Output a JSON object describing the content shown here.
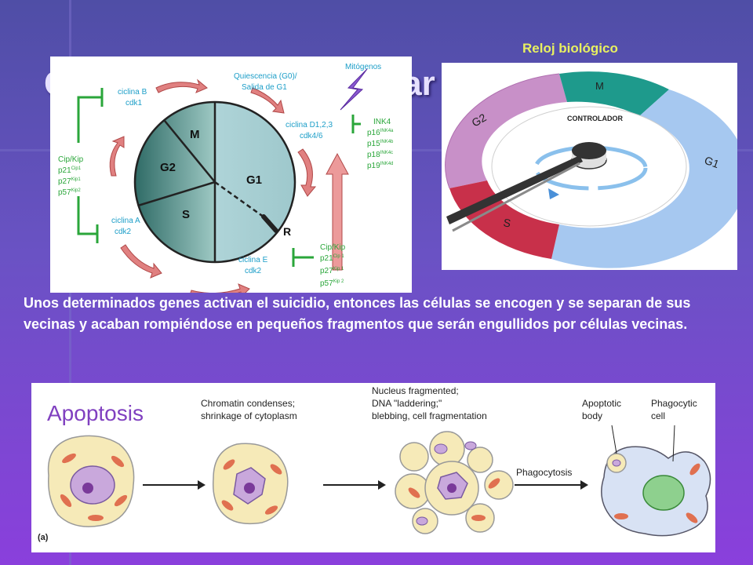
{
  "slide": {
    "title": "Control del ciclo celular",
    "clock_caption": "Reloj biológico",
    "body_text": "Unos determinados genes activan el suicidio, entonces las células se encogen y se separan de sus vecinas y acaban rompiéndose en pequeños fragmentos que serán engullidos por células vecinas."
  },
  "cycle_diagram": {
    "phases": {
      "m": "M",
      "g2": "G2",
      "s": "S",
      "g1": "G1",
      "r": "R"
    },
    "quiescence": [
      "Quiescencia (G0)/",
      "Salida de G1"
    ],
    "mitogens": "Mitógenos",
    "cyclin_b": [
      "ciclina B",
      "cdk1"
    ],
    "cyclin_a": [
      "ciclina A",
      "cdk2"
    ],
    "cyclin_e": [
      "ciclina E",
      "cdk2"
    ],
    "cyclin_d": [
      "ciclina D1,2,3",
      "cdk4/6"
    ],
    "ink4": {
      "title": "INK4",
      "items": [
        {
          "base": "p16",
          "sup": "INK4a"
        },
        {
          "base": "p15",
          "sup": "INK4b"
        },
        {
          "base": "p18",
          "sup": "INK4c"
        },
        {
          "base": "p19",
          "sup": "INK4d"
        }
      ]
    },
    "cipkip_left": {
      "title": "Cip/Kip",
      "items": [
        {
          "base": "p21",
          "sup": "Cip1"
        },
        {
          "base": "p27",
          "sup": "Kip1"
        },
        {
          "base": "p57",
          "sup": "Kip2"
        }
      ]
    },
    "cipkip_right": {
      "title": "Cip/Kip",
      "items": [
        {
          "base": "p21",
          "sup": "Cip 1"
        },
        {
          "base": "p27",
          "sup": "Kip 1"
        },
        {
          "base": "p57",
          "sup": "Kip 2"
        }
      ]
    }
  },
  "clock_diagram": {
    "m": "M",
    "g1": "G1",
    "g2": "G2",
    "s": "S",
    "controller": "CONTROLADOR"
  },
  "apoptosis": {
    "title": "Apoptosis",
    "step1": [
      "Chromatin condenses;",
      "shrinkage of cytoplasm"
    ],
    "step2": [
      "Nucleus fragmented;",
      "DNA \"laddering;\"",
      "blebbing, cell fragmentation"
    ],
    "phagocytosis": "Phagocytosis",
    "apoptotic_body": [
      "Apoptotic",
      "body"
    ],
    "phagocytic_cell": [
      "Phagocytic",
      "cell"
    ],
    "panel_label": "(a)"
  },
  "colors": {
    "green": "#2aa63a",
    "cyan_label": "#1c9ec8",
    "ink_green": "#3aa84a",
    "arrow_red": "#d85a5a",
    "m_teal": "#1e9a8c",
    "g1_blue": "#a6c8f0",
    "g2_pink": "#c890c8",
    "s_red": "#c8304a",
    "apop_title": "#8040c0"
  }
}
